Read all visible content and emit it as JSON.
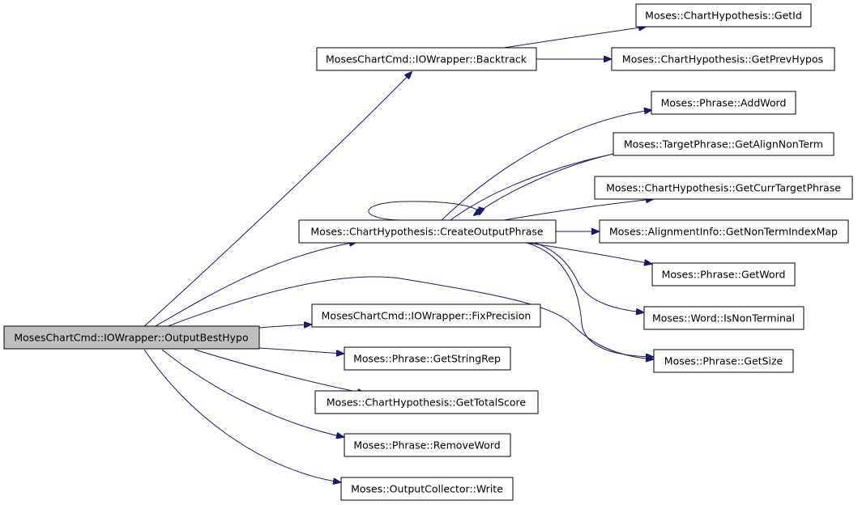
{
  "graph": {
    "colors": {
      "edge": "#191970",
      "root_fill": "#bfbfbf",
      "node_fill": "#ffffff",
      "border": "#000000"
    },
    "nodes": {
      "output_best_hypo": "MosesChartCmd::IOWrapper::OutputBestHypo",
      "backtrack": "MosesChartCmd::IOWrapper::Backtrack",
      "get_id": "Moses::ChartHypothesis::GetId",
      "get_prev_hypos": "Moses::ChartHypothesis::GetPrevHypos",
      "create_output_phrase": "Moses::ChartHypothesis::CreateOutputPhrase",
      "add_word": "Moses::Phrase::AddWord",
      "get_align_non_term": "Moses::TargetPhrase::GetAlignNonTerm",
      "get_curr_target_phrase": "Moses::ChartHypothesis::GetCurrTargetPhrase",
      "get_non_term_index_map": "Moses::AlignmentInfo::GetNonTermIndexMap",
      "get_word": "Moses::Phrase::GetWord",
      "is_non_terminal": "Moses::Word::IsNonTerminal",
      "get_size": "Moses::Phrase::GetSize",
      "fix_precision": "MosesChartCmd::IOWrapper::FixPrecision",
      "get_string_rep": "Moses::Phrase::GetStringRep",
      "get_total_score": "Moses::ChartHypothesis::GetTotalScore",
      "remove_word": "Moses::Phrase::RemoveWord",
      "write": "Moses::OutputCollector::Write"
    },
    "edges": [
      [
        "output_best_hypo",
        "backtrack"
      ],
      [
        "output_best_hypo",
        "create_output_phrase"
      ],
      [
        "output_best_hypo",
        "get_size"
      ],
      [
        "output_best_hypo",
        "fix_precision"
      ],
      [
        "output_best_hypo",
        "get_string_rep"
      ],
      [
        "output_best_hypo",
        "get_total_score"
      ],
      [
        "output_best_hypo",
        "remove_word"
      ],
      [
        "output_best_hypo",
        "write"
      ],
      [
        "backtrack",
        "get_id"
      ],
      [
        "backtrack",
        "get_prev_hypos"
      ],
      [
        "create_output_phrase",
        "create_output_phrase"
      ],
      [
        "create_output_phrase",
        "add_word"
      ],
      [
        "create_output_phrase",
        "get_align_non_term"
      ],
      [
        "create_output_phrase",
        "get_curr_target_phrase"
      ],
      [
        "create_output_phrase",
        "get_non_term_index_map"
      ],
      [
        "create_output_phrase",
        "get_word"
      ],
      [
        "create_output_phrase",
        "is_non_terminal"
      ],
      [
        "create_output_phrase",
        "get_size"
      ]
    ]
  }
}
